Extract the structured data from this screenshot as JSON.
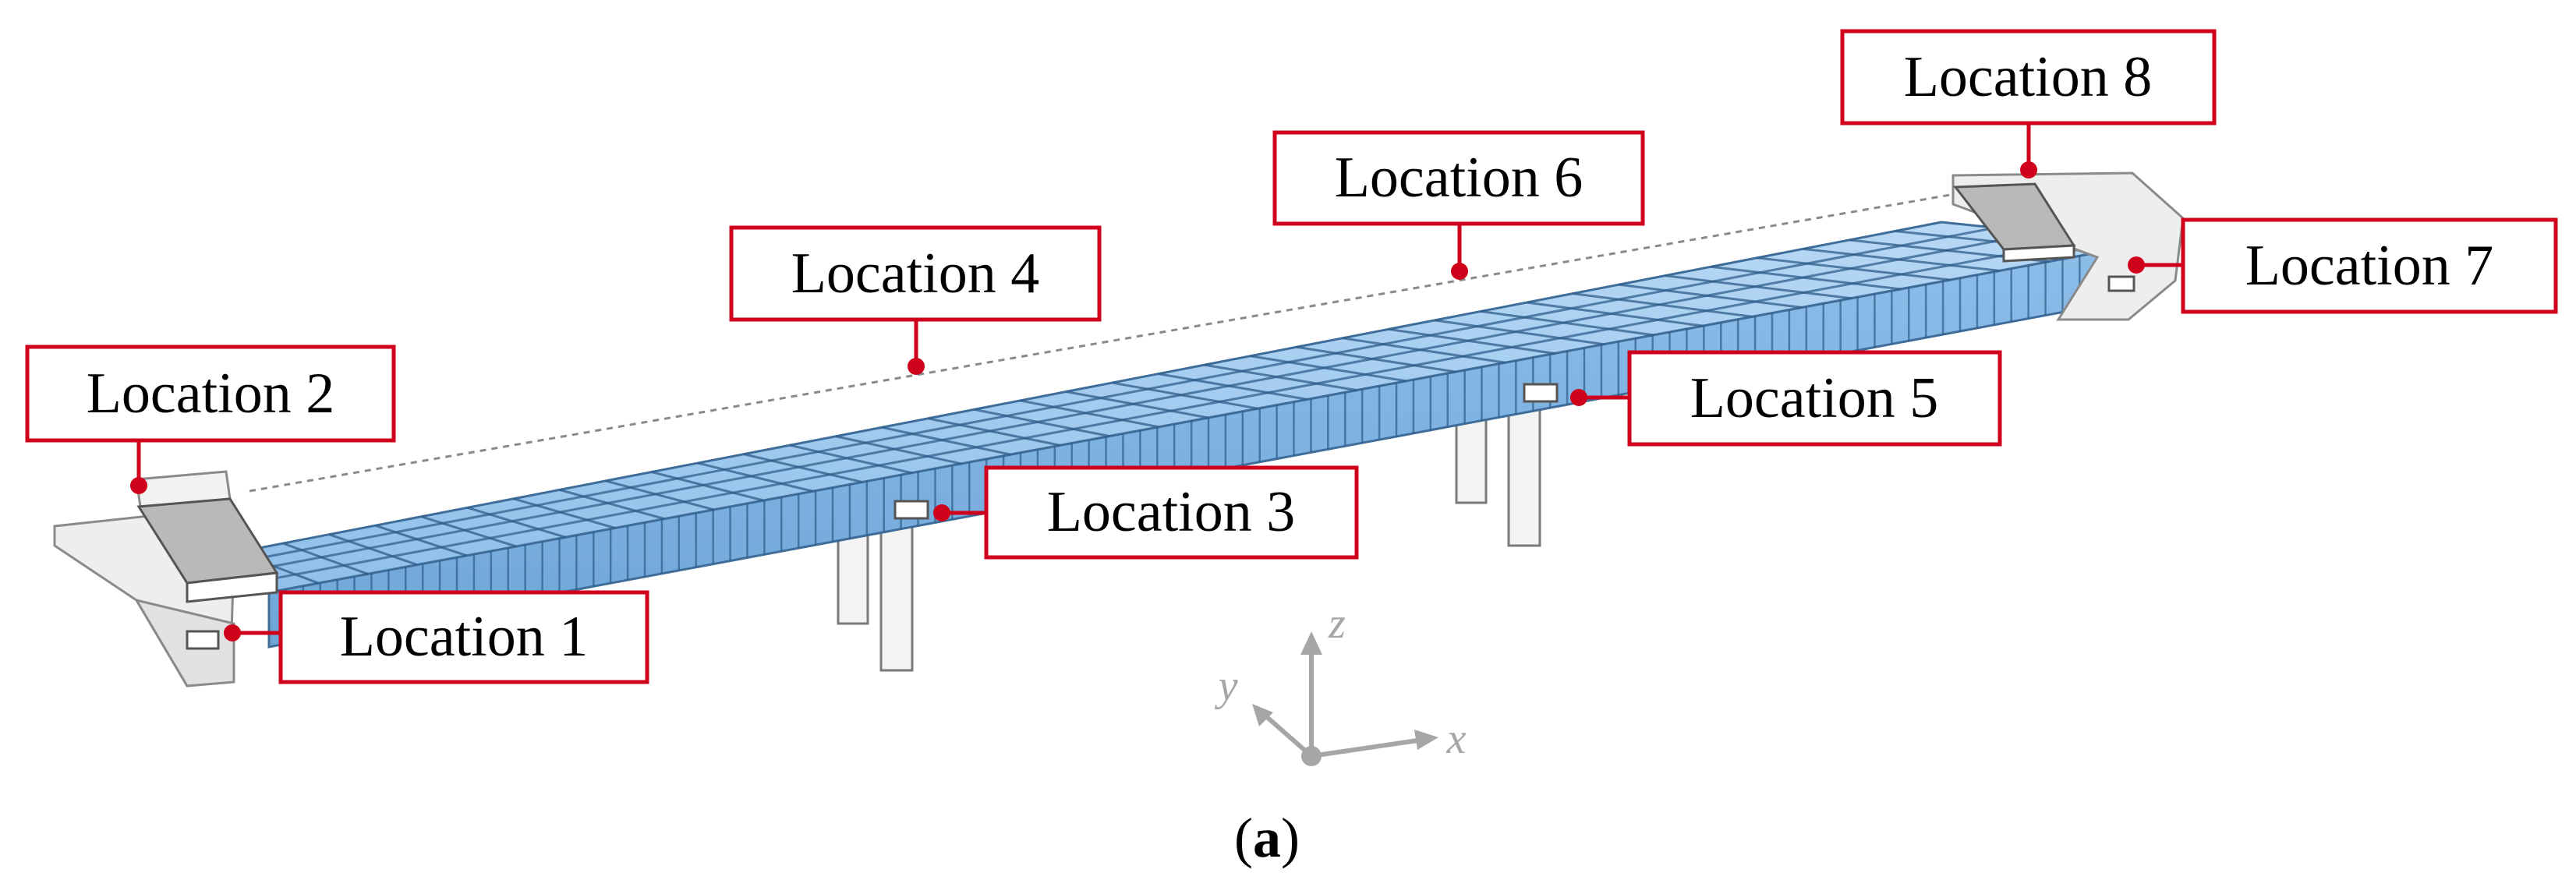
{
  "labels": [
    {
      "id": "loc1",
      "text": "Location 1"
    },
    {
      "id": "loc2",
      "text": "Location 2"
    },
    {
      "id": "loc3",
      "text": "Location 3"
    },
    {
      "id": "loc4",
      "text": "Location 4"
    },
    {
      "id": "loc5",
      "text": "Location 5"
    },
    {
      "id": "loc6",
      "text": "Location 6"
    },
    {
      "id": "loc7",
      "text": "Location 7"
    },
    {
      "id": "loc8",
      "text": "Location 8"
    }
  ],
  "axes": {
    "x": "x",
    "y": "y",
    "z": "z"
  },
  "caption": {
    "open": "(",
    "letter": "a",
    "close": ")"
  },
  "colors": {
    "annotation": "#d0021b",
    "girder": "#9cc8ef",
    "girder_edge": "#3f6d99",
    "concrete": "#e9e9e9",
    "bearing_plate": "#b9b9b9",
    "axis": "#a6a6a6"
  }
}
